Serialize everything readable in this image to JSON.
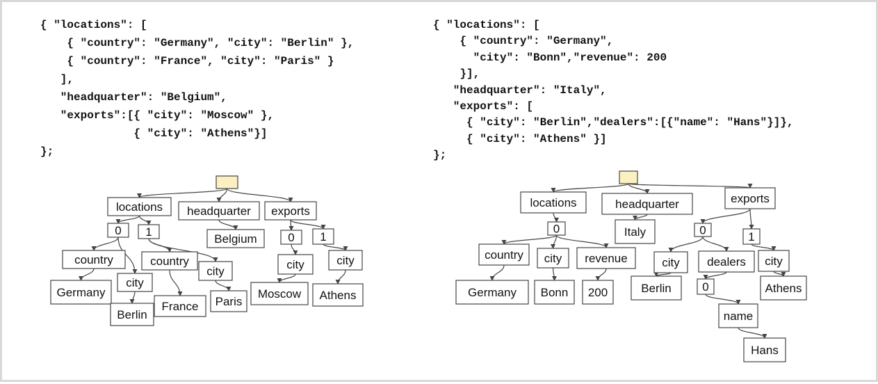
{
  "left": {
    "code_lines": [
      "{ \"locations\": [",
      "    { \"country\": \"Germany\", \"city\": \"Berlin\" },",
      "    { \"country\": \"France\", \"city\": \"Paris\" }",
      "   ],",
      "   \"headquarter\": \"Belgium\",",
      "   \"exports\":[{ \"city\": \"Moscow\" },",
      "              { \"city\": \"Athens\"}]",
      "};"
    ],
    "tree_labels": {
      "locations": "locations",
      "headquarter": "headquarter",
      "exports": "exports",
      "loc_idx_0": "0",
      "loc_idx_1": "1",
      "country_a": "country",
      "city_a": "city",
      "country_b": "country",
      "city_b": "city",
      "germany": "Germany",
      "berlin": "Berlin",
      "france": "France",
      "paris": "Paris",
      "belgium": "Belgium",
      "exp_idx_0": "0",
      "exp_idx_1": "1",
      "exp_city_a": "city",
      "exp_city_b": "city",
      "moscow": "Moscow",
      "athens": "Athens"
    }
  },
  "right": {
    "code_lines": [
      "{ \"locations\": [",
      "    { \"country\": \"Germany\",",
      "      \"city\": \"Bonn\",\"revenue\": 200",
      "    }],",
      "   \"headquarter\": \"Italy\",",
      "   \"exports\": [",
      "     { \"city\": \"Berlin\",\"dealers\":[{\"name\": \"Hans\"}]},",
      "     { \"city\": \"Athens\" }]",
      "};"
    ],
    "tree_labels": {
      "locations": "locations",
      "headquarter": "headquarter",
      "exports": "exports",
      "loc_idx_0": "0",
      "country": "country",
      "city": "city",
      "revenue": "revenue",
      "germany": "Germany",
      "bonn": "Bonn",
      "revenue_value": "200",
      "italy": "Italy",
      "exp_idx_0": "0",
      "exp_idx_1": "1",
      "exp_city_a": "city",
      "dealers": "dealers",
      "exp_city_b": "city",
      "berlin": "Berlin",
      "dealers_idx_0": "0",
      "athens": "Athens",
      "name": "name",
      "hans": "Hans"
    }
  },
  "colors": {
    "root_fill": "#fdf0c0",
    "stroke": "#444444"
  }
}
